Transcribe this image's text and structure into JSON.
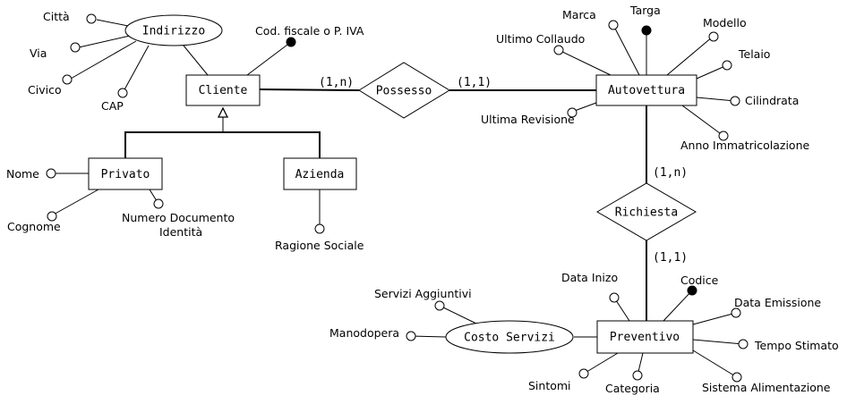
{
  "entities": {
    "cliente": "Cliente",
    "privato": "Privato",
    "azienda": "Azienda",
    "autovettura": "Autovettura",
    "preventivo": "Preventivo"
  },
  "relationships": {
    "possesso": "Possesso",
    "richiesta": "Richiesta"
  },
  "composite_attributes": {
    "indirizzo": "Indirizzo",
    "costo_servizi": "Costo Servizi"
  },
  "cardinalities": {
    "cliente_possesso": "(1,n)",
    "autovettura_possesso": "(1,1)",
    "autovettura_richiesta": "(1,n)",
    "preventivo_richiesta": "(1,1)"
  },
  "attributes": {
    "citta": "Città",
    "via": "Via",
    "civico": "Civico",
    "cap": "CAP",
    "cod_fiscale": "Cod. fiscale o P. IVA",
    "nome": "Nome",
    "cognome": "Cognome",
    "numero_documento_1": "Numero Documento",
    "numero_documento_2": "Identità",
    "ragione_sociale": "Ragione Sociale",
    "marca": "Marca",
    "targa": "Targa",
    "modello": "Modello",
    "ultimo_collaudo": "Ultimo Collaudo",
    "telaio": "Telaio",
    "cilindrata": "Cilindrata",
    "ultima_revisione": "Ultima Revisione",
    "anno_immatricolazione": "Anno Immatricolazione",
    "servizi_aggiuntivi": "Servizi Aggiuntivi",
    "manodopera": "Manodopera",
    "data_inizio": "Data Inizo",
    "codice": "Codice",
    "data_emissione": "Data Emissione",
    "tempo_stimato": "Tempo Stimato",
    "sintomi": "Sintomi",
    "categoria": "Categoria",
    "sistema_alimentazione": "Sistema Alimentazione"
  }
}
